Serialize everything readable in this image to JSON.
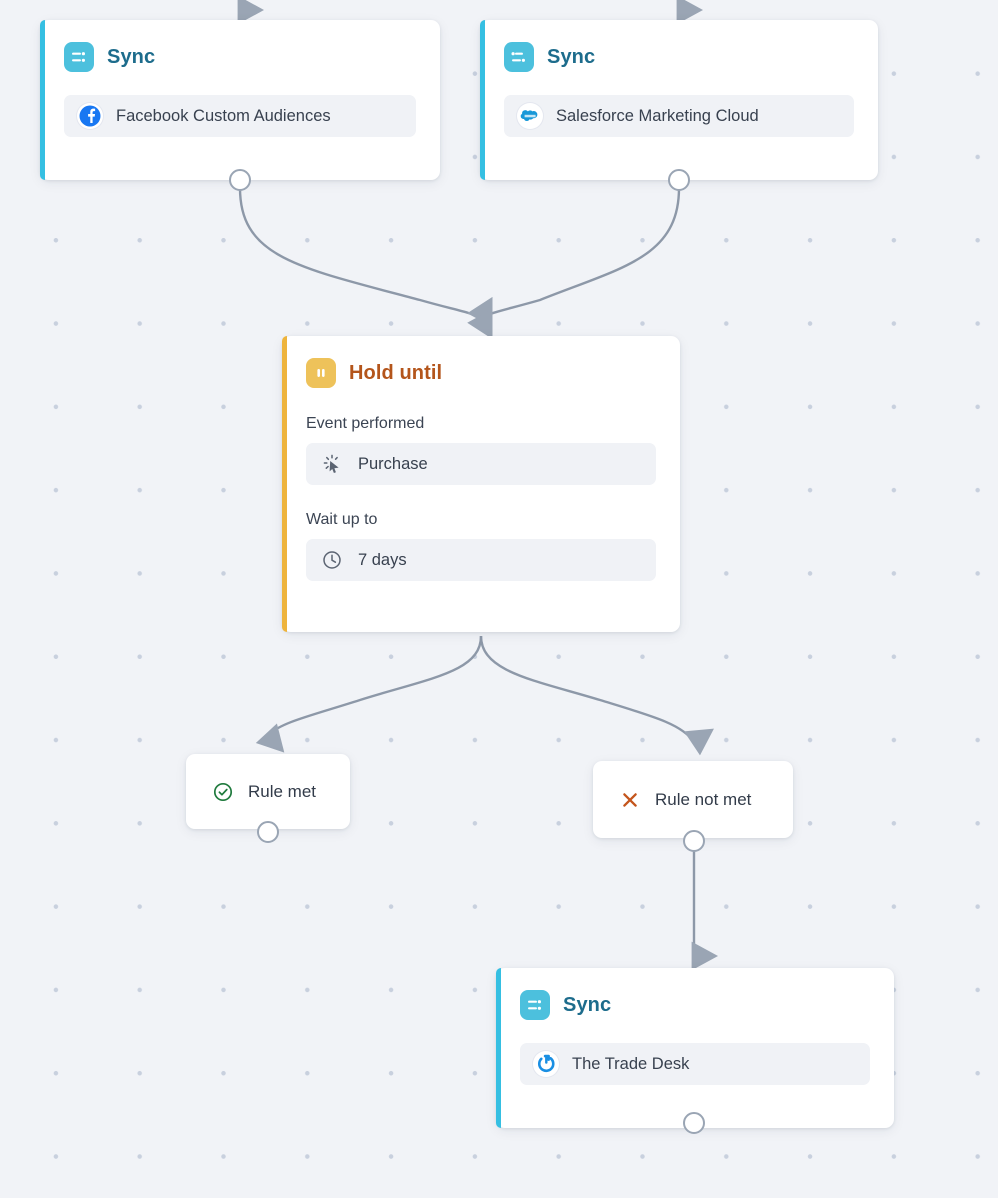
{
  "canvas": {
    "background_color": "#f1f3f7",
    "dot_color": "#c8d0de",
    "edge_color": "#8d98a8"
  },
  "nodes": [
    {
      "id": "sync-facebook",
      "type": "sync",
      "title": "Sync",
      "accent_color": "#35bfe2",
      "title_color": "#1d6c8c",
      "icon": "sliders-icon",
      "destination": "Facebook Custom Audiences",
      "destination_logo": "facebook-logo"
    },
    {
      "id": "sync-salesforce",
      "type": "sync",
      "title": "Sync",
      "accent_color": "#35bfe2",
      "title_color": "#1d6c8c",
      "icon": "sliders-icon",
      "destination": "Salesforce Marketing Cloud",
      "destination_logo": "salesforce-logo"
    },
    {
      "id": "hold-until",
      "type": "hold",
      "title": "Hold until",
      "accent_color": "#eeb43c",
      "title_color": "#b4551b",
      "icon": "pause-icon",
      "fields": [
        {
          "label": "Event performed",
          "value": "Purchase",
          "icon": "cursor-click-icon"
        },
        {
          "label": "Wait up to",
          "value": "7 days",
          "icon": "clock-icon"
        }
      ]
    },
    {
      "id": "sync-tradedesk",
      "type": "sync",
      "title": "Sync",
      "accent_color": "#35bfe2",
      "title_color": "#1d6c8c",
      "icon": "sliders-icon",
      "destination": "The Trade Desk",
      "destination_logo": "tradedesk-logo"
    }
  ],
  "branches": [
    {
      "id": "rule-met",
      "label": "Rule met",
      "icon": "check-circle-icon",
      "icon_color": "#1f7a3d"
    },
    {
      "id": "rule-not-met",
      "label": "Rule not met",
      "icon": "x-icon",
      "icon_color": "#c4551c"
    }
  ]
}
